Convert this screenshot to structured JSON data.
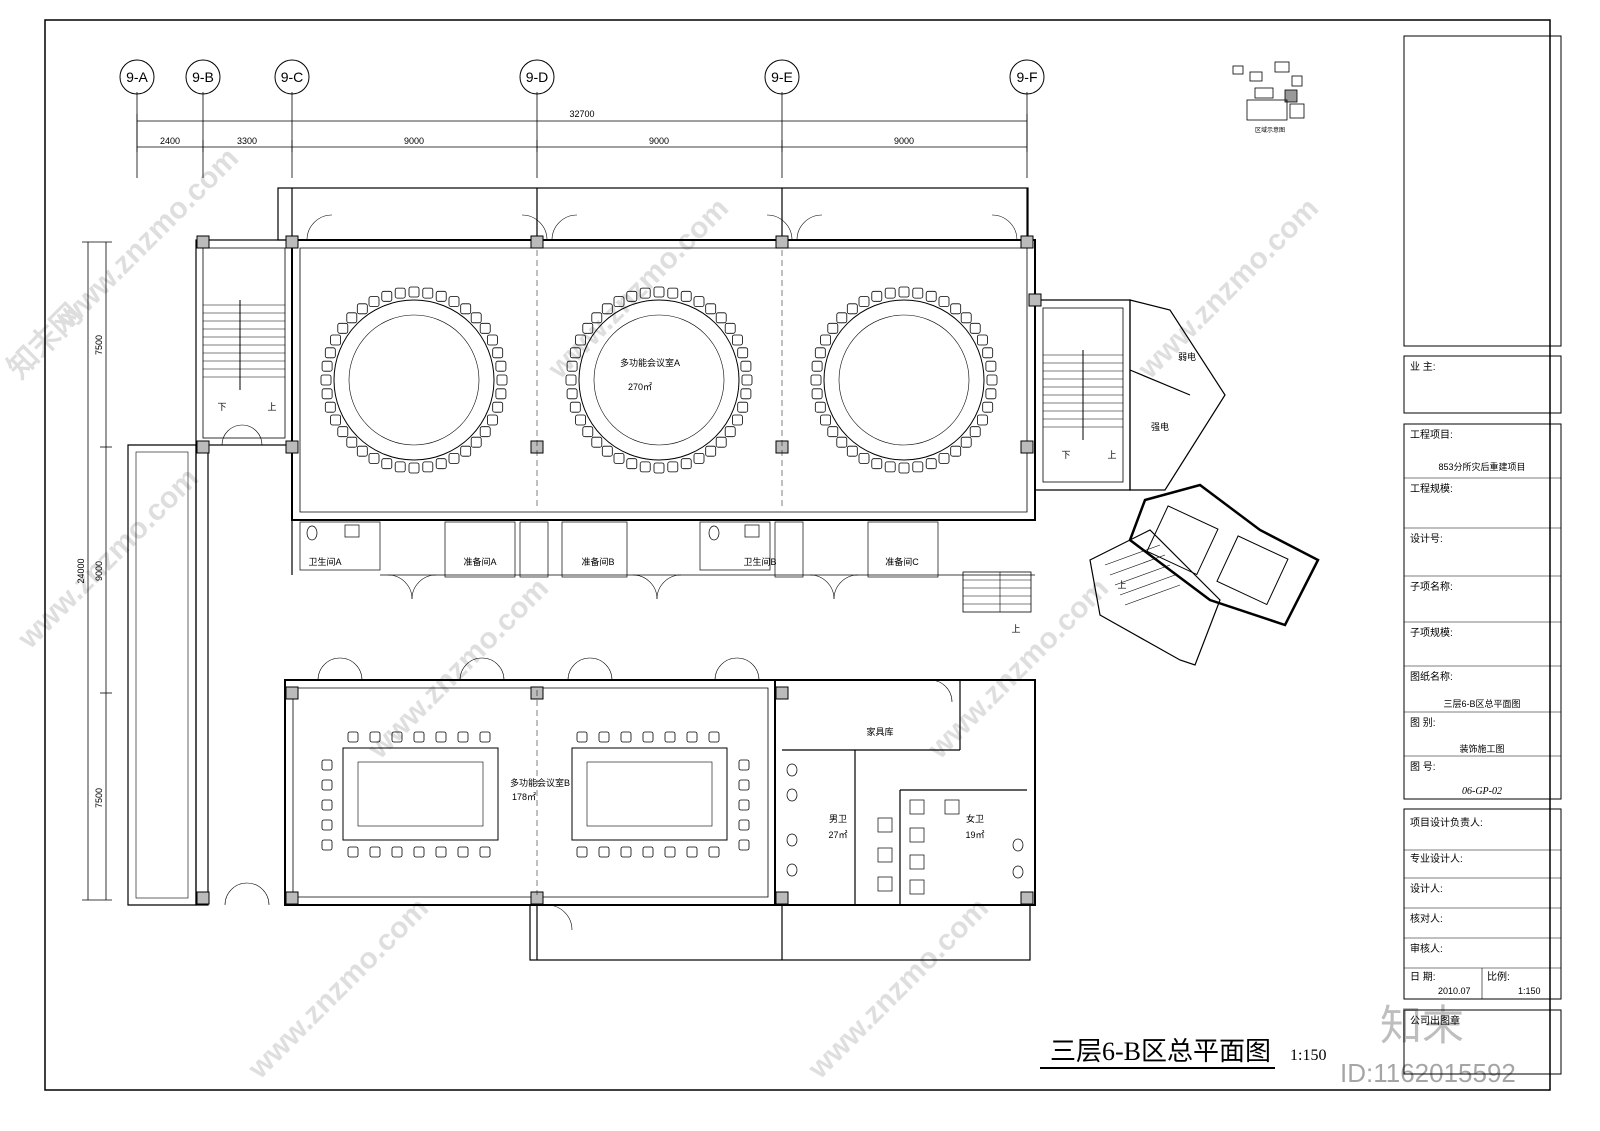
{
  "grid_axes": [
    "9-A",
    "9-B",
    "9-C",
    "9-D",
    "9-E",
    "9-F"
  ],
  "dimensions": {
    "overall": "32700",
    "segments": [
      "2400",
      "3300",
      "9000",
      "9000",
      "9000"
    ],
    "vertical_total": "24000",
    "vertical_segments": [
      "7500",
      "9000",
      "7500"
    ]
  },
  "key_plan": {
    "label": "区域示意图"
  },
  "rooms": {
    "meeting_a": "多功能会议室A",
    "meeting_a_area": "270㎡",
    "meeting_b": "多功能会议室B",
    "meeting_b_area": "178㎡",
    "restroom_a": "卫生间A",
    "restroom_b": "卫生间B",
    "prep_a": "准备间A",
    "prep_b": "准备间B",
    "prep_c": "准备间C",
    "weak_elec": "弱电",
    "strong_elec": "强电",
    "furniture": "家具库",
    "mens": "男卫",
    "mens_area": "27㎡",
    "womens": "女卫",
    "womens_area": "19㎡",
    "stair_down": "下",
    "stair_up": "上"
  },
  "drawing_title": "三层6-B区总平面图",
  "drawing_scale": "1:150",
  "title_block": {
    "owner_label": "业 主:",
    "project_label": "工程项目:",
    "project_value": "853分所灾后重建项目",
    "scale_label": "工程规模:",
    "design_no_label": "设计号:",
    "sub_name_label": "子项名称:",
    "sub_scale_label": "子项规模:",
    "drawing_name_label": "图纸名称:",
    "drawing_name_value": "三层6-B区总平面图",
    "category_label": "图 别:",
    "category_value": "装饰施工图",
    "number_label": "图 号:",
    "number_value": "06-GP-02",
    "lead_label": "项目设计负责人:",
    "designer_label": "专业设计人:",
    "drafter_label": "设计人:",
    "checker_label": "核对人:",
    "reviewer_label": "审核人:",
    "date_label": "日 期:",
    "date_value": "2010.07",
    "ratio_label": "比例:",
    "ratio_value": "1:150",
    "company_label": "公司出图章"
  },
  "watermark": {
    "site": "www.znzmo.com",
    "brand": "知末网",
    "logo": "知末",
    "id_text": "ID:1162015592"
  }
}
